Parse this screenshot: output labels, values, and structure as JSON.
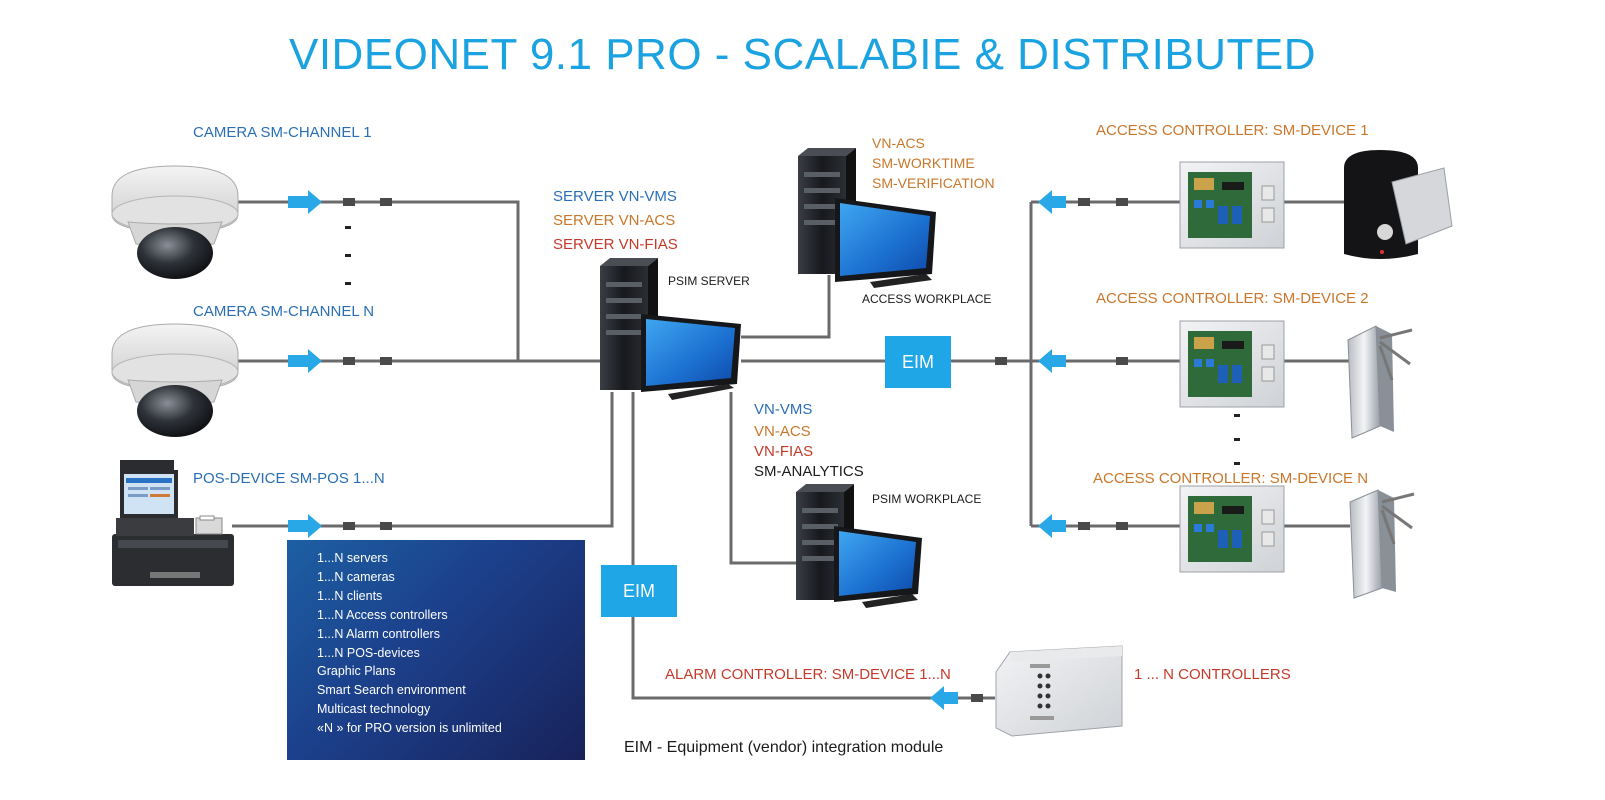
{
  "title": "VIDEONET 9.1 PRO - SCALABIE & DISTRIBUTED",
  "left": {
    "camera1": "CAMERA SM-CHANNEL 1",
    "cameraN": "CAMERA SM-CHANNEL  N",
    "pos": "POS-DEVICE SM-POS 1...N"
  },
  "server": {
    "line1": "SERVER VN-VMS",
    "line2": "SERVER  VN-ACS",
    "line3": "SERVER  VN-FIAS",
    "psim": "PSIM SERVER"
  },
  "access_ws": {
    "line1": "VN-ACS",
    "line2": "SM-WORKTIME",
    "line3": "SM-VERIFICATION",
    "label": "ACCESS  WORKPLACE"
  },
  "psim_ws": {
    "line1": "VN-VMS",
    "line2": "VN-ACS",
    "line3": "VN-FIAS",
    "line4": "SM-ANALYTICS",
    "label": "PSIM WORKPLACE"
  },
  "eim_label": "EIM",
  "right": {
    "dev1": "ACCESS CONTROLLER: SM-DEVICE 1",
    "dev2": "ACCESS CONTROLLER:  SM-DEVICE 2",
    "devN": "ACCESS CONTROLLER:  SM-DEVICE N"
  },
  "alarm": {
    "label": "ALARM CONTROLLER:  SM-DEVICE  1...N",
    "controllers": "1 ... N  CONTROLLERS"
  },
  "info_items": [
    "1...N  servers",
    "1...N  cameras",
    "1...N clients",
    "1...N Access controllers",
    "1...N Alarm controllers",
    "1...N POS-devices",
    "Graphic Plans",
    "Smart Search environment",
    "Multicast technology",
    "«N » for PRO version is unlimited"
  ],
  "footnote": "EIM - Equipment (vendor) integration module",
  "colors": {
    "title": "#1aa3e0",
    "blue_text": "#2a6fb5",
    "orange_text": "#c9772b",
    "red_text": "#c43a2a",
    "eim_box": "#1ea6e6",
    "arrow": "#29a8e8",
    "wire": "#6b6b6b"
  },
  "icons": [
    "dome-camera-icon",
    "pos-terminal-icon",
    "server-tower-icon",
    "monitor-icon",
    "access-controller-box-icon",
    "card-reader-icon",
    "turnstile-icon",
    "alarm-controller-icon",
    "arrow-icon"
  ]
}
